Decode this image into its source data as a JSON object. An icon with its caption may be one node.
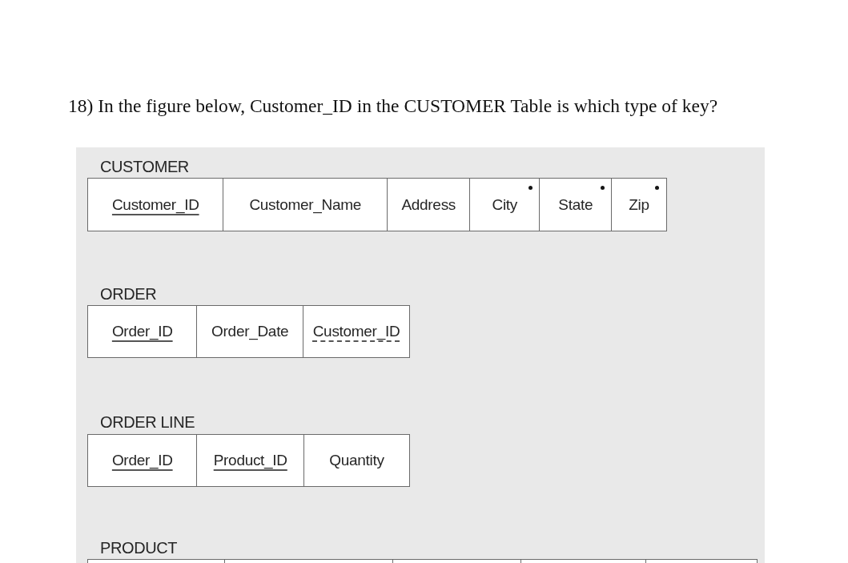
{
  "diagram": {
    "title": "18) In the figure below, Customer_ID in the CUSTOMER Table is which type of key?",
    "nodes": [
      {
        "text": [
          "CUSTOMER"
        ]
      },
      {
        "text": [
          "Customer_ID"
        ],
        "in": 0
      },
      {
        "text": [
          "Customer_Name"
        ],
        "in": 0
      },
      {
        "text": [
          "Address"
        ],
        "in": 0
      },
      {
        "text": [
          "City"
        ],
        "in": 0
      },
      {
        "text": [
          "State"
        ],
        "in": 0
      },
      {
        "text": [
          "Zip"
        ],
        "in": 0
      },
      {
        "text": [
          "ORDER"
        ]
      },
      {
        "text": [
          "Order_ID"
        ],
        "in": 7
      },
      {
        "text": [
          "Order_Date"
        ],
        "in": 7
      },
      {
        "text": [
          "Customer_ID"
        ],
        "in": 7
      },
      {
        "text": [
          "ORDER LINE"
        ]
      },
      {
        "text": [
          "Order_ID"
        ],
        "in": 11
      },
      {
        "text": [
          "Product_ID"
        ],
        "in": 11
      },
      {
        "text": [
          "Quantity"
        ],
        "in": 11
      },
      {
        "text": [
          "PRODUCT"
        ]
      },
      {
        "text": [],
        "shape": "box",
        "in": 15
      },
      {
        "text": [],
        "shape": "box",
        "in": 15
      },
      {
        "text": [],
        "shape": "box",
        "in": 15
      },
      {
        "text": [],
        "shape": "box",
        "in": 15
      },
      {
        "text": [],
        "shape": "box",
        "in": 15
      }
    ]
  }
}
